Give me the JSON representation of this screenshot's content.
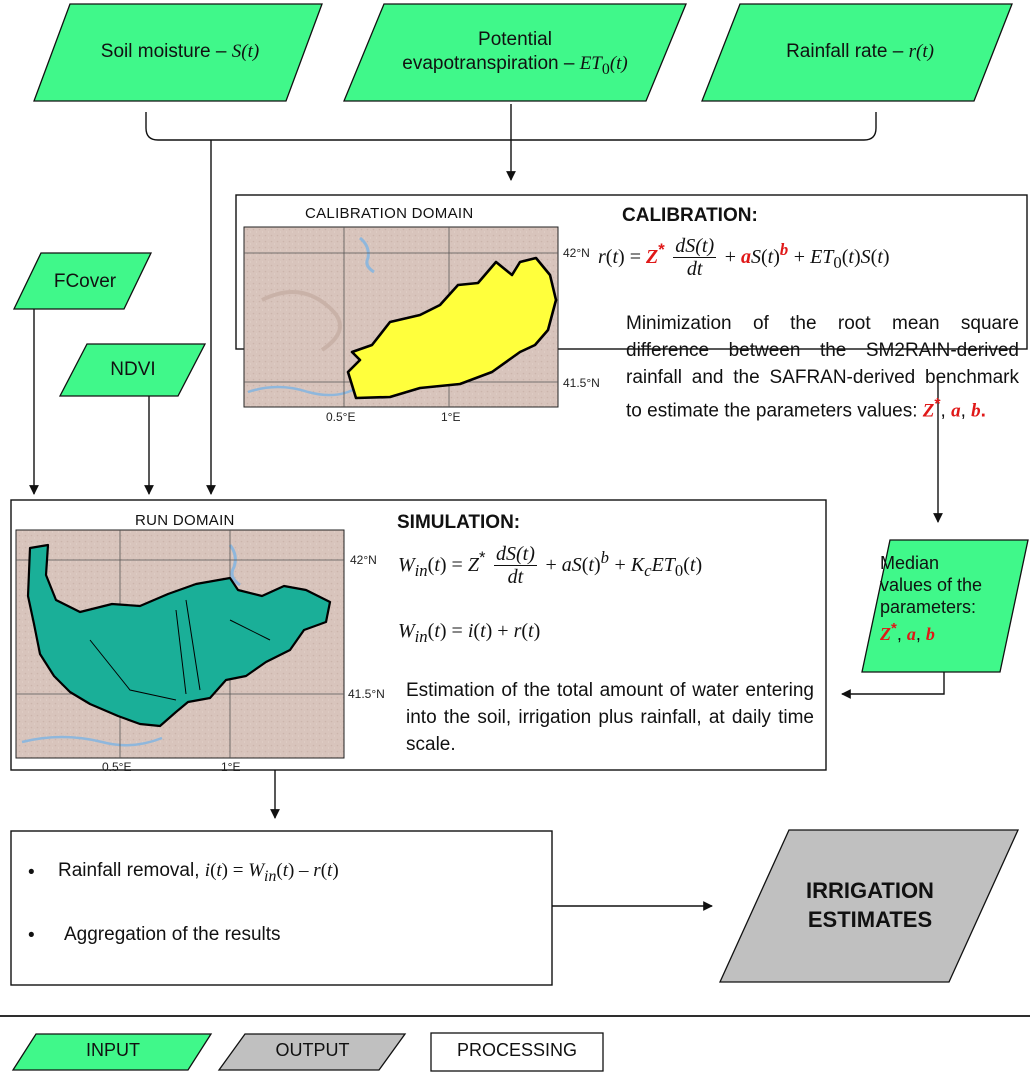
{
  "colors": {
    "input": "#40f88a",
    "output": "#c0c0c0",
    "processing": "#ffffff",
    "map_land": "#d8c4bc",
    "calibration_area": "#ffff3c",
    "run_area": "#1aaf98",
    "parameter_red": "#e01818"
  },
  "inputs": {
    "soil_moisture": {
      "text": "Soil moisture –",
      "var": "S(t)"
    },
    "pet": {
      "line1": "Potential",
      "line2": "evapotranspiration –",
      "var": "ET",
      "sub": "0",
      "var_tail": "(t)"
    },
    "rainfall": {
      "text": "Rainfall rate –",
      "var": "r(t)"
    },
    "fcover": "FCover",
    "ndvi": "NDVI"
  },
  "calibration": {
    "map_title": "CALIBRATION DOMAIN",
    "heading": "CALIBRATION:",
    "description": "Minimization of the root mean square difference between the SM2RAIN-derived rainfall and the SAFRAN-derived benchmark to estimate the parameters values:",
    "ticks": {
      "lat_top": "42°N",
      "lat_bottom": "41.5°N",
      "lon_left": "0.5°E",
      "lon_right": "1°E"
    }
  },
  "simulation": {
    "map_title": "RUN DOMAIN",
    "heading": "SIMULATION:",
    "description": "Estimation of the total amount of water entering into the soil, irrigation plus rainfall, at daily time scale.",
    "ticks": {
      "lat_top": "42°N",
      "lat_bottom": "41.5°N",
      "lon_left": "0.5°E",
      "lon_right": "1°E"
    }
  },
  "median": {
    "line1": "Median",
    "line2": "values of the",
    "line3": "parameters:"
  },
  "processing": {
    "bullet1_text": "Rainfall removal,",
    "bullet2_text": "Aggregation of the results"
  },
  "output": {
    "line1": "IRRIGATION",
    "line2": "ESTIMATES"
  },
  "legend": {
    "input": "INPUT",
    "output": "OUTPUT",
    "processing": "PROCESSING"
  }
}
